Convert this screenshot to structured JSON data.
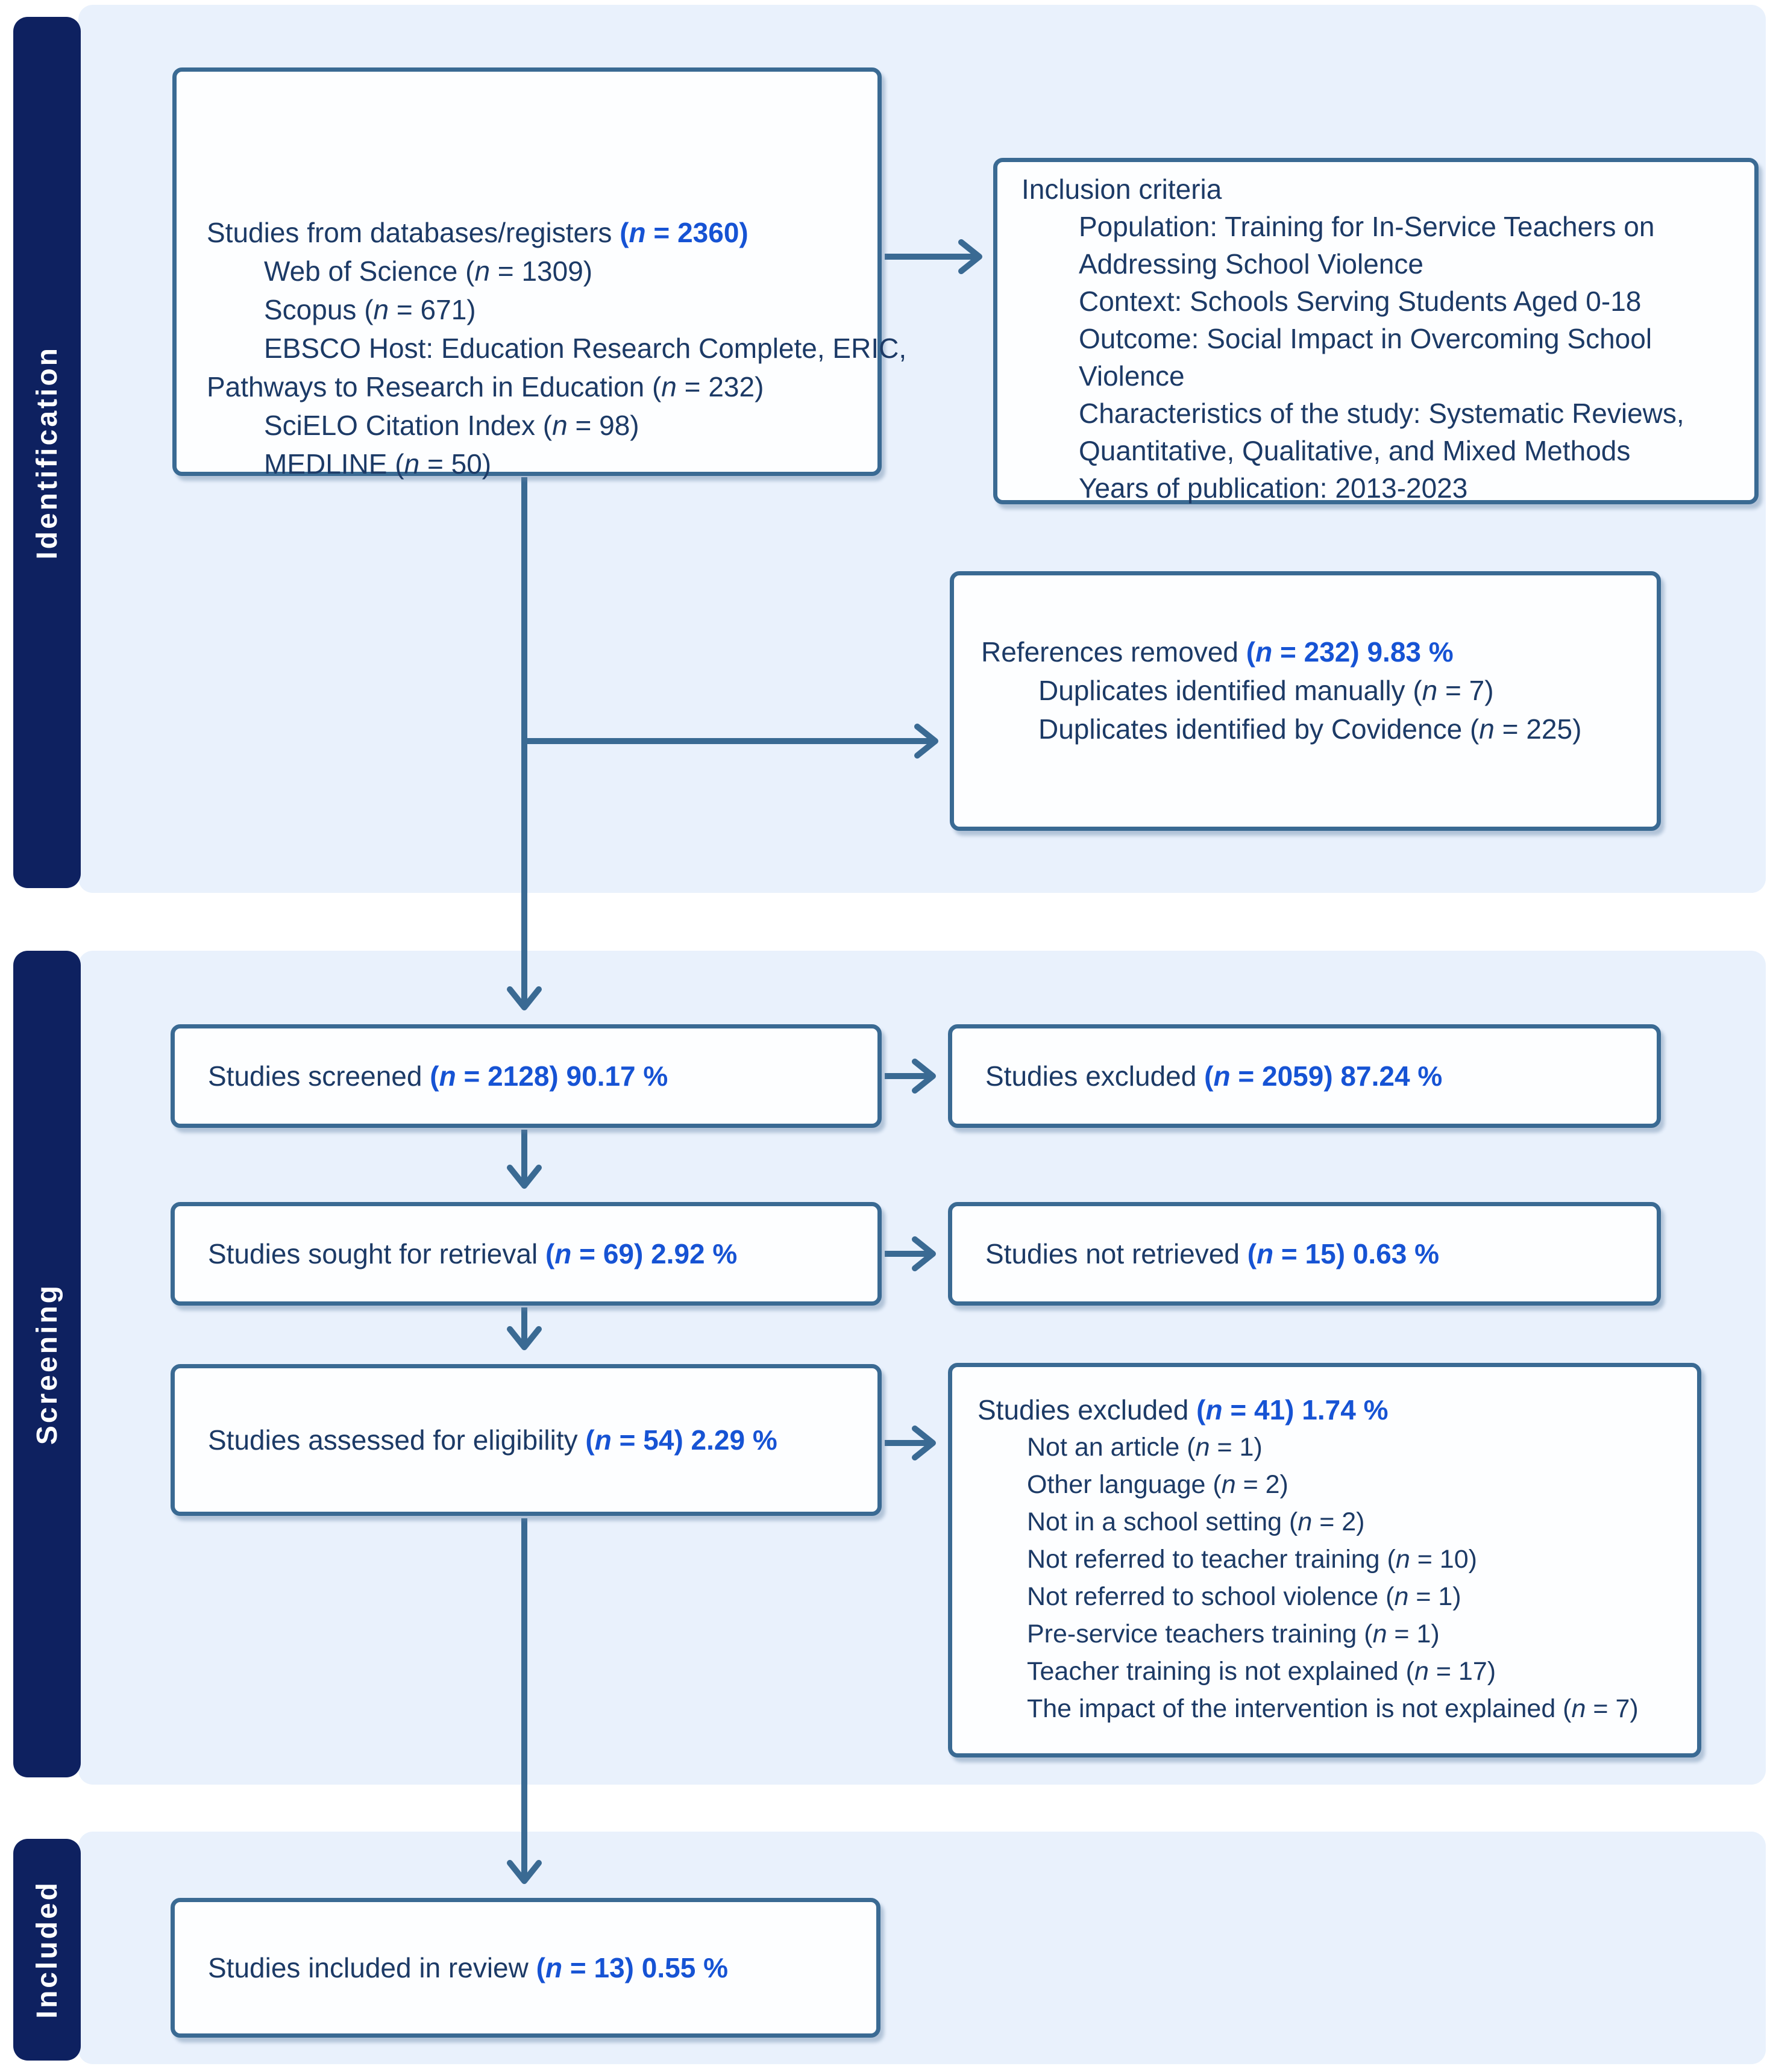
{
  "sidebar": {
    "identification": "Identification",
    "screening": "Screening",
    "included": "Included"
  },
  "colors": {
    "accent_blue": "#1653d4",
    "text_navy": "#1c3a66",
    "band_navy": "#0e2160",
    "panel_blue": "#e9f1fc",
    "line_steel": "#3a6a93"
  },
  "boxes": {
    "databases": {
      "title": "Studies from databases/registers",
      "n": "(n = 2360)",
      "items": [
        "Web of Science (n = 1309)",
        "Scopus (n = 671)",
        "EBSCO Host: Education Research Complete, ERIC,",
        "Pathways to Research in Education (n = 232)",
        "SciELO Citation Index (n = 98)",
        "MEDLINE (n = 50)"
      ]
    },
    "inclusion": {
      "title": "Inclusion criteria",
      "items": [
        "Population: Training for In-Service Teachers on",
        "Addressing School Violence",
        "Context: Schools Serving Students Aged 0-18",
        "Outcome: Social Impact in Overcoming School",
        "Violence",
        "Characteristics of the study: Systematic Reviews,",
        "Quantitative, Qualitative, and Mixed Methods",
        "Years of publication: 2013-2023"
      ]
    },
    "references_removed": {
      "title": "References removed",
      "n": "(n = 232) 9.83 %",
      "items": [
        "Duplicates identified manually (n = 7)",
        "Duplicates identified by Covidence (n = 225)"
      ]
    },
    "screened": {
      "title": "Studies screened",
      "n": "(n = 2128) 90.17 %"
    },
    "excluded_screening": {
      "title": "Studies excluded",
      "n": "(n = 2059) 87.24 %"
    },
    "sought": {
      "title": "Studies sought for retrieval",
      "n": "(n = 69) 2.92 %"
    },
    "not_retrieved": {
      "title": "Studies not retrieved",
      "n": "(n = 15) 0.63 %"
    },
    "assessed": {
      "title": "Studies assessed for eligibility",
      "n": "(n = 54) 2.29 %"
    },
    "excluded_eligibility": {
      "title": "Studies excluded",
      "n": "(n = 41) 1.74 %",
      "items": [
        "Not an article (n = 1)",
        "Other language (n = 2)",
        "Not in a school setting (n = 2)",
        "Not referred to teacher training (n = 10)",
        "Not referred to school violence (n = 1)",
        "Pre-service teachers training (n = 1)",
        "Teacher training is not explained (n = 17)",
        "The impact of the intervention is not explained (n = 7)"
      ]
    },
    "included_review": {
      "title": "Studies included in review",
      "n": "(n = 13) 0.55 %"
    }
  }
}
